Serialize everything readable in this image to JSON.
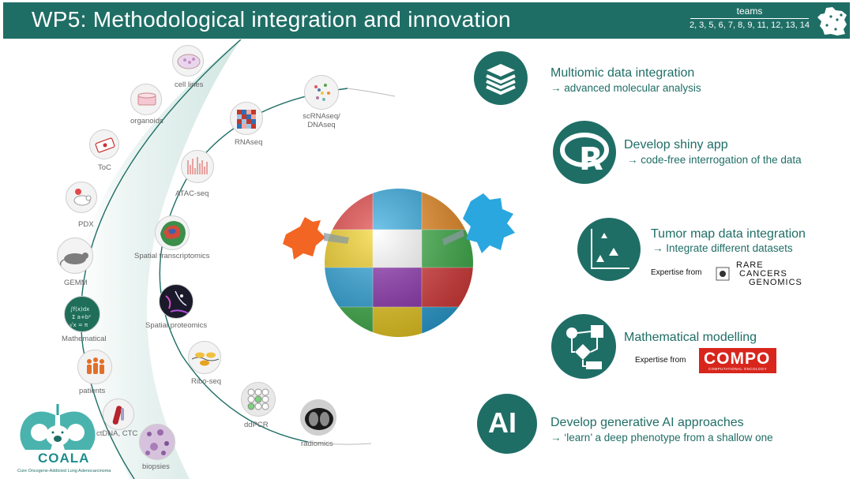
{
  "header": {
    "title": "WP5: Methodological integration and innovation",
    "teams_label": "teams",
    "teams_list": "2, 3, 5, 6, 7, 8, 9, 11, 12, 13, 14"
  },
  "outer_arc": {
    "nodes": [
      {
        "label": "cell lines",
        "icon": "cell-culture-dish-icon"
      },
      {
        "label": "organoids",
        "icon": "organoid-dish-icon"
      },
      {
        "label": "ToC",
        "icon": "tumor-on-chip-icon"
      },
      {
        "label": "PDX",
        "icon": "pdx-mouse-icon"
      },
      {
        "label": "GEMM",
        "icon": "mouse-icon"
      },
      {
        "label": "Mathematical",
        "icon": "chalkboard-equations-icon"
      },
      {
        "label": "patients",
        "icon": "patients-group-icon"
      },
      {
        "label": "ctDNA, CTC",
        "icon": "blood-tube-icon"
      },
      {
        "label": "biopsies",
        "icon": "tissue-histology-icon"
      }
    ]
  },
  "inner_arc": {
    "nodes": [
      {
        "label": "scRNAseq/ DNAseq",
        "icon": "single-cell-plot-icon"
      },
      {
        "label": "RNAseq",
        "icon": "heatmap-icon"
      },
      {
        "label": "ATAC-seq",
        "icon": "sequencing-peaks-icon"
      },
      {
        "label": "Spatial transcriptomics",
        "icon": "spatial-map-icon"
      },
      {
        "label": "Spatial proteomics",
        "icon": "fluorescence-image-icon"
      },
      {
        "label": "Ribo-seq",
        "icon": "ribosome-icon"
      },
      {
        "label": "ddPCR",
        "icon": "droplet-grid-icon"
      },
      {
        "label": "radiomics",
        "icon": "ct-scan-icon"
      }
    ]
  },
  "items": [
    {
      "title": "Multiomic data integration",
      "subtitle": "→ advanced molecular analysis",
      "icon": "layers-stack-icon"
    },
    {
      "title": "Develop shiny app",
      "subtitle": "→ code-free interrogation of the data",
      "icon": "r-logo-icon"
    },
    {
      "title": "Tumor map data integration",
      "subtitle": "→ Integrate different datasets",
      "icon": "scatter-triangles-icon",
      "expertise": "Expertise from"
    },
    {
      "title": "Mathematical modelling",
      "subtitle": "",
      "icon": "flowchart-icon",
      "expertise": "Expertise from"
    },
    {
      "title": "Develop generative AI approaches",
      "subtitle": "→ ‘learn’ a deep phenotype from a shallow one",
      "icon": "ai-icon"
    }
  ],
  "ai_icon_text": "AI",
  "logos": {
    "rcg": [
      "RARE",
      "CANCERS",
      "GENOMICS"
    ],
    "compo": "COMPO",
    "compo_sub": "COMPUTATIONAL ONCOLOGY"
  },
  "coala": {
    "name": "COALA",
    "tagline": "Cure Oncogene-Addicted Lung Adenocarcinoma"
  },
  "colors": {
    "brand": "#1f6e66",
    "accent_red": "#d8261c"
  }
}
